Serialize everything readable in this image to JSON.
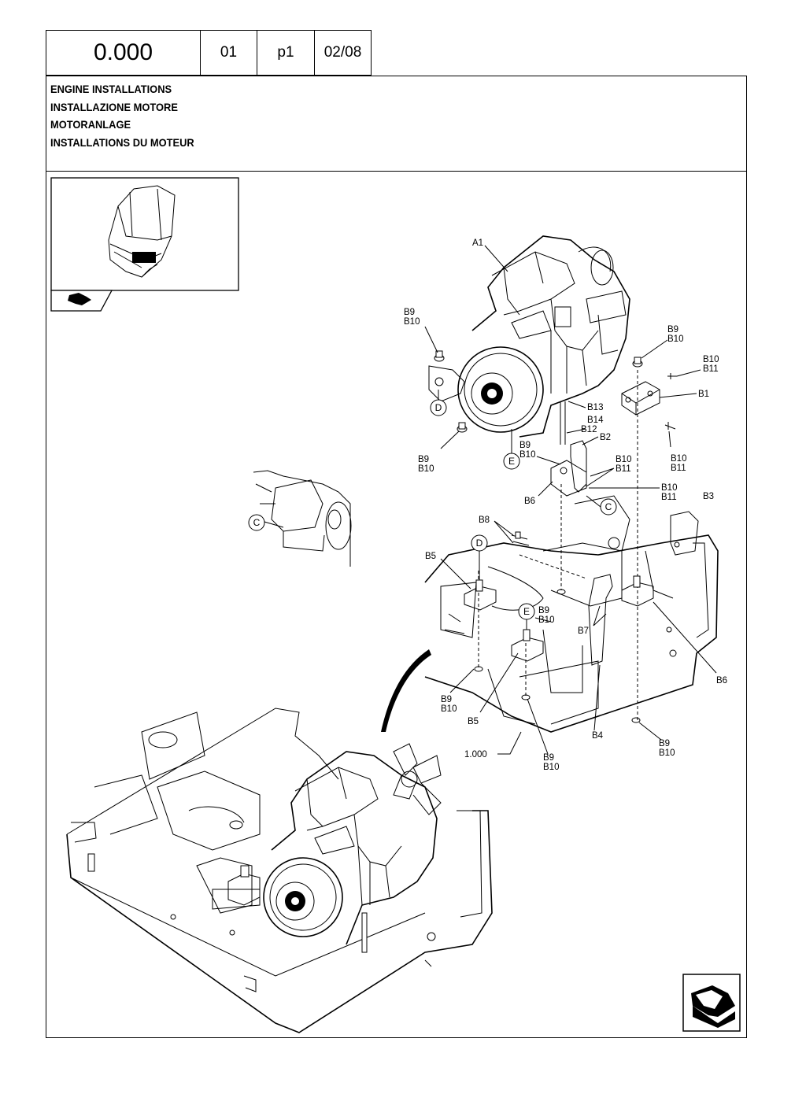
{
  "header": {
    "code": "0.000",
    "section": "01",
    "page": "p1",
    "date": "02/08"
  },
  "titles": [
    "ENGINE INSTALLATIONS",
    "INSTALLAZIONE MOTORE",
    "MOTORANLAGE",
    "INSTALLATIONS  DU MOTEUR"
  ],
  "callouts": {
    "a1": "A1",
    "b9_b10_left_top": [
      "B9",
      "B10"
    ],
    "b9_b10_right_top": [
      "B9",
      "B10"
    ],
    "b10_b11_top": [
      "B10",
      "B11"
    ],
    "b1": "B1",
    "b13": "B13",
    "b14": "B14",
    "b12": "B12",
    "b2": "B2",
    "b9_b10_lower_left": [
      "B9",
      "B10"
    ],
    "b9_b10_mid": [
      "B9",
      "B10"
    ],
    "b10_b11_mid": [
      "B10",
      "B11"
    ],
    "b10_b11_right": [
      "B10",
      "B11"
    ],
    "b10_b11_lower": [
      "B10",
      "B11"
    ],
    "b6_left": "B6",
    "b3": "B3",
    "b8": "B8",
    "b5_top": "B5",
    "b9_b10_center": [
      "B9",
      "B10"
    ],
    "b7": "B7",
    "b6_right": "B6",
    "b9_b10_bottom_left": [
      "B9",
      "B10"
    ],
    "b5_bottom": "B5",
    "b4": "B4",
    "b9_b10_bottom_mid": [
      "B9",
      "B10"
    ],
    "b9_b10_bottom_right": [
      "B9",
      "B10"
    ],
    "ref_1000": "1.000",
    "circle_c": "C",
    "circle_d": "D",
    "circle_e": "E"
  },
  "icons": [
    "machine-thumbnail",
    "next-page-arrow-icon"
  ]
}
